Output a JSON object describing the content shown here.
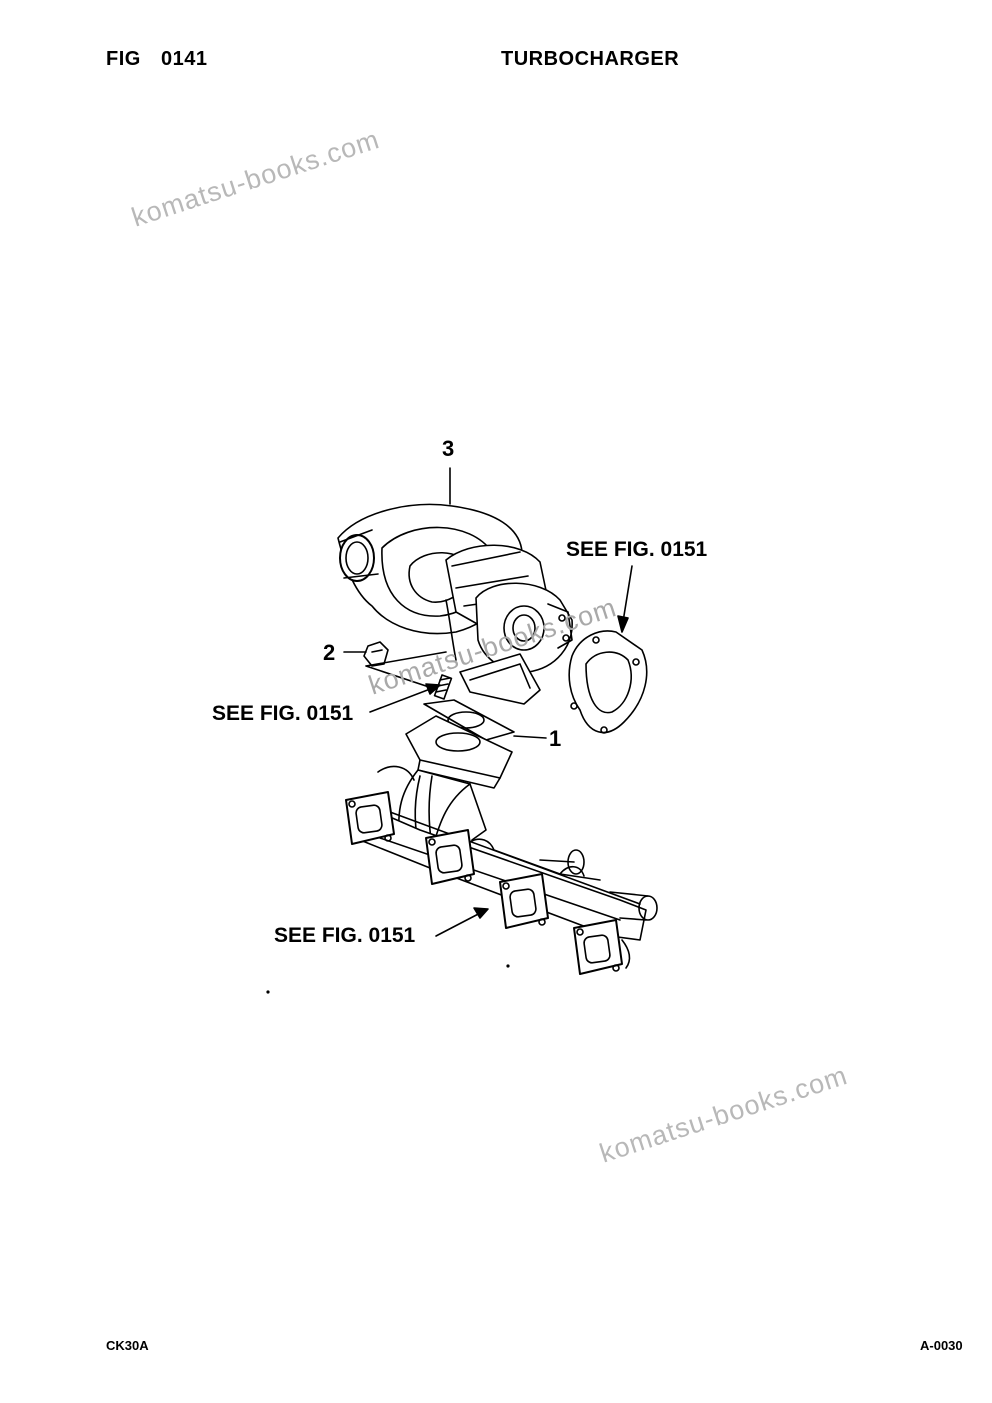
{
  "header": {
    "fig_label": "FIG",
    "fig_number": "0141",
    "title": "TURBOCHARGER"
  },
  "footer": {
    "model_code": "CK30A",
    "page_code": "A-0030"
  },
  "watermarks": [
    "komatsu-books.com",
    "komatsu-books.com",
    "komatsu-books.com"
  ],
  "diagram": {
    "callouts": [
      {
        "text": "SEE FIG. 0151"
      },
      {
        "text": "SEE FIG. 0151"
      },
      {
        "text": "SEE FIG. 0151"
      }
    ],
    "part_numbers": [
      "1",
      "2",
      "3"
    ]
  }
}
